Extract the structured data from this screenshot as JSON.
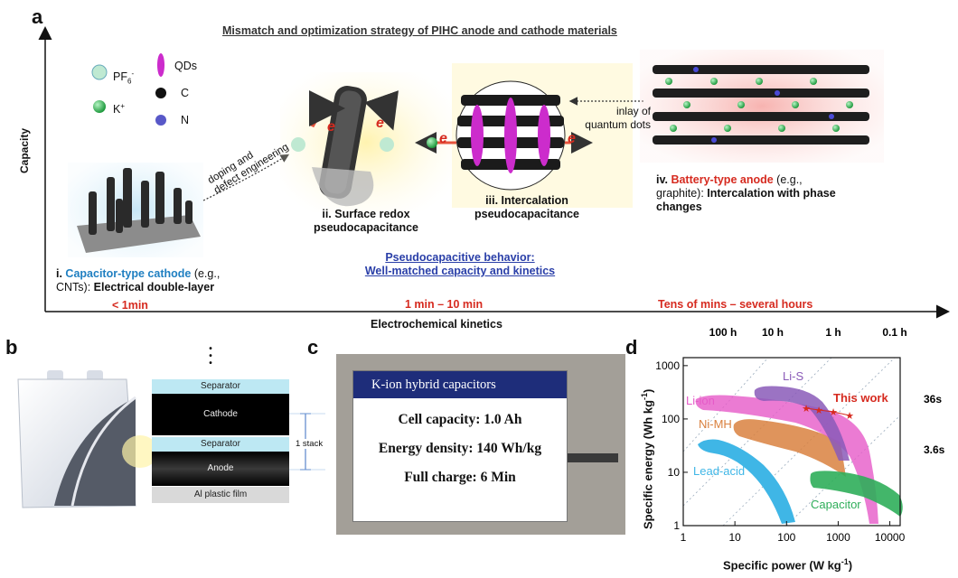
{
  "panel_a": {
    "letter": "a",
    "title": "Mismatch and optimization strategy of PIHC anode and cathode materials",
    "y_axis": "Capacity",
    "x_axis": "Electrochemical  kinetics",
    "legend": {
      "pf6": "PF",
      "pf6_sub": "6",
      "pf6_sup": "-",
      "k": "K",
      "k_sup": "+",
      "qds": "QDs",
      "c": "C",
      "n": "N"
    },
    "cathode": {
      "prefix": "i. ",
      "name": "Capacitor-type cathode",
      "suffix": " (e.g.,",
      "line2_plain": "CNTs): ",
      "line2_bold": "Electrical double-layer",
      "time": "< 1min"
    },
    "arrow_doping": {
      "line1": "doping and",
      "line2": "defect engineering"
    },
    "surface": {
      "line1": "ii. Surface redox",
      "line2": "pseudocapacitance"
    },
    "intercal": {
      "line1": "iii. Intercalation",
      "line2": "pseudocapacitance"
    },
    "inlay": {
      "line1": "inlay of",
      "line2": "quantum dots"
    },
    "anode": {
      "prefix": "iv. ",
      "name": "Battery-type anode",
      "suffix": " (e.g.,",
      "line2_plain": "graphite): ",
      "line2_bold": "Intercalation with phase",
      "line3": "changes",
      "time": "Tens of mins – several hours"
    },
    "pseudo": {
      "line1": "Pseudocapacitive behavior:",
      "line2": "Well-matched capacity and kinetics"
    },
    "mid_time": "1 min – 10 min",
    "electron": "e"
  },
  "panel_b": {
    "letter": "b",
    "dots": "•\n•\n•",
    "layers": [
      "Separator",
      "Cathode",
      "Separator",
      "Anode",
      "Al plastic film"
    ],
    "stack": "1 stack"
  },
  "panel_c": {
    "letter": "c",
    "header": "K-ion hybrid capacitors",
    "lines": [
      "Cell capacity: 1.0 Ah",
      "Energy density: 140 Wh/kg",
      "Full charge: 6 Min"
    ]
  },
  "panel_d": {
    "letter": "d",
    "xlabel": "Specific power (W kg",
    "xlabel_sup": "-1",
    "xlabel_end": ")",
    "ylabel": "Specific energy (Wh kg",
    "ylabel_sup": "-1",
    "ylabel_end": ")",
    "x_ticks": [
      "1",
      "10",
      "100",
      "1000",
      "10000"
    ],
    "y_ticks": [
      "1",
      "10",
      "100",
      "1000"
    ],
    "top_ticks": [
      "100 h",
      "10 h",
      "1 h",
      "0.1 h"
    ],
    "right_ticks": [
      "36s",
      "3.6s"
    ],
    "labels": {
      "liion": "Li-ion",
      "lis": "Li-S",
      "nimh": "Ni-MH",
      "leadacid": "Lead-acid",
      "capacitor": "Capacitor",
      "thiswork": "This work"
    },
    "colors": {
      "liion": "#e65ac8",
      "lis": "#8a5ab8",
      "nimh": "#d9813f",
      "leadacid": "#3fb6e6",
      "capacitor": "#2fae5a",
      "thiswork": "#d62a1f"
    }
  }
}
